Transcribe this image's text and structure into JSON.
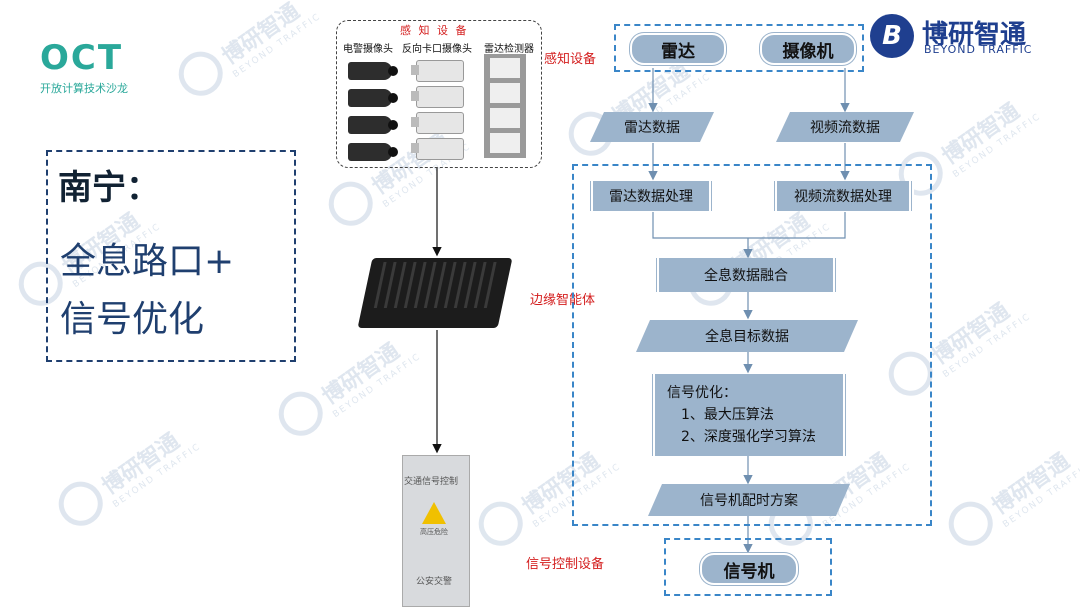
{
  "brand": {
    "left_logo": "OCT",
    "left_sub": "开放计算技术沙龙",
    "right_name": "博研智通",
    "right_sub": "BEYOND TRAFFIC"
  },
  "title": {
    "line1": "南宁：",
    "line2": "全息路口+",
    "line3": "信号优化"
  },
  "devices": {
    "header": "感 知 设 备",
    "col1": "电警摄像头",
    "col2": "反向卡口摄像头",
    "col3": "雷达检测器",
    "edge_label": "边缘智能体",
    "cabinet_top": "交通信号控制",
    "cabinet_warn": "高压危险",
    "cabinet_bottom": "公安交警"
  },
  "flow": {
    "sense_label": "感知设备",
    "radar": "雷达",
    "camera": "摄像机",
    "radar_data": "雷达数据",
    "video_data": "视频流数据",
    "radar_proc": "雷达数据处理",
    "video_proc": "视频流数据处理",
    "fusion": "全息数据融合",
    "target": "全息目标数据",
    "opt_title": "信号优化：",
    "opt_1": "1、最大压算法",
    "opt_2": "2、深度强化学习算法",
    "plan": "信号机配时方案",
    "ctrl_label": "信号控制设备",
    "signal": "信号机"
  },
  "watermark": {
    "text": "博研智通",
    "sub": "BEYOND TRAFFIC"
  },
  "colors": {
    "shape_fill": "#9cb4cc",
    "dash_blue": "#3a86c8",
    "accent_red": "#d41e1e",
    "brand_blue": "#1f3f8f",
    "oct_green": "#2aa89a"
  }
}
